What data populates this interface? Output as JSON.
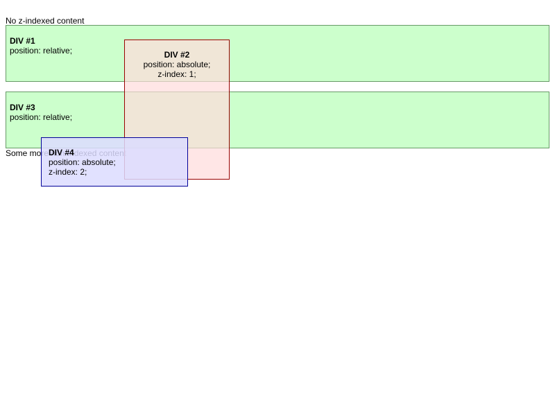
{
  "top_text": "No z-indexed content",
  "bottom_text": "Some more non-indexed content",
  "boxes": {
    "div1": {
      "title": "DIV #1",
      "lines": [
        "position: relative;"
      ],
      "background": "#ccffcc",
      "border": "#669966"
    },
    "div2": {
      "title": "DIV #2",
      "lines": [
        "position: absolute;",
        "z-index: 1;"
      ],
      "background": "#ffdcdc",
      "border": "#990000"
    },
    "div3": {
      "title": "DIV #3",
      "lines": [
        "position: relative;"
      ],
      "background": "#ccffcc",
      "border": "#669966"
    },
    "div4": {
      "title": "DIV #4",
      "lines": [
        "position: absolute;",
        "z-index: 2;"
      ],
      "background": "#dcdcff",
      "border": "#000099"
    }
  }
}
